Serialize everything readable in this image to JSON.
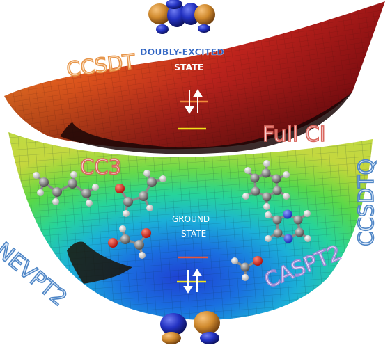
{
  "labels": {
    "ccsdt": "CCSDT",
    "full_ci": "Full CI",
    "cc3": "CC3",
    "nevpt2": "NEVPT2",
    "ccsdtq": "CCSDTQ",
    "caspt2": "CASPT2",
    "doubly_excited": "DOUBLY-EXCITED",
    "state_upper": "STATE",
    "ground": "GROUND",
    "state_lower": "STATE"
  },
  "colors": {
    "orbital_orange": "#c97f2a",
    "orbital_blue": "#2232b8",
    "level_orange": "#f08a3a",
    "level_yellow": "#f2e21a",
    "level_red": "#e8553a"
  }
}
